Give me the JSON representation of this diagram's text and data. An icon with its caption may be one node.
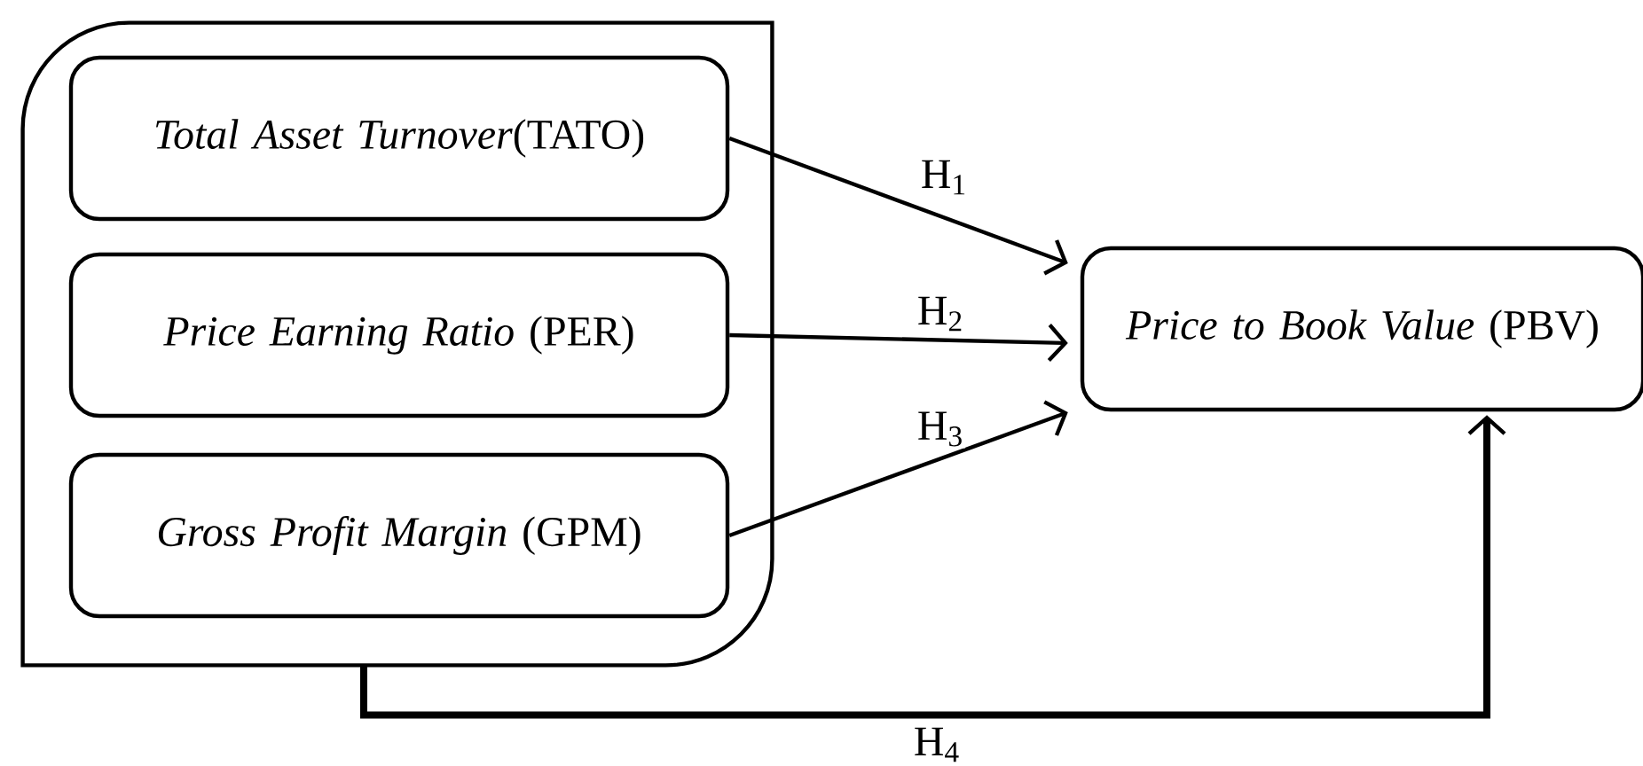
{
  "diagram": {
    "nodes": [
      {
        "text": [],
        "shape": "box"
      },
      {
        "text": [
          "*Total Asset Turnover*(TATO)"
        ],
        "in": 0
      },
      {
        "text": [
          "*Price Earning Ratio* (PER)"
        ],
        "in": 0
      },
      {
        "text": [
          "*Gross Profit Margin* (GPM)"
        ],
        "in": 0
      },
      {
        "text": [
          "*Price to Book Value* (PBV)"
        ]
      }
    ],
    "edges": [
      {
        "from": 1,
        "to": 4,
        "arrow": "to",
        "label": "H$_{1}$"
      },
      {
        "from": 2,
        "to": 4,
        "arrow": "to",
        "label": "H$_{2}$"
      },
      {
        "from": 3,
        "to": 4,
        "arrow": "to",
        "label": "H$_{3}$"
      },
      {
        "from": 0,
        "to": 4,
        "arrow": "to",
        "label": "H$_{4}$",
        "style": "thick"
      }
    ]
  }
}
